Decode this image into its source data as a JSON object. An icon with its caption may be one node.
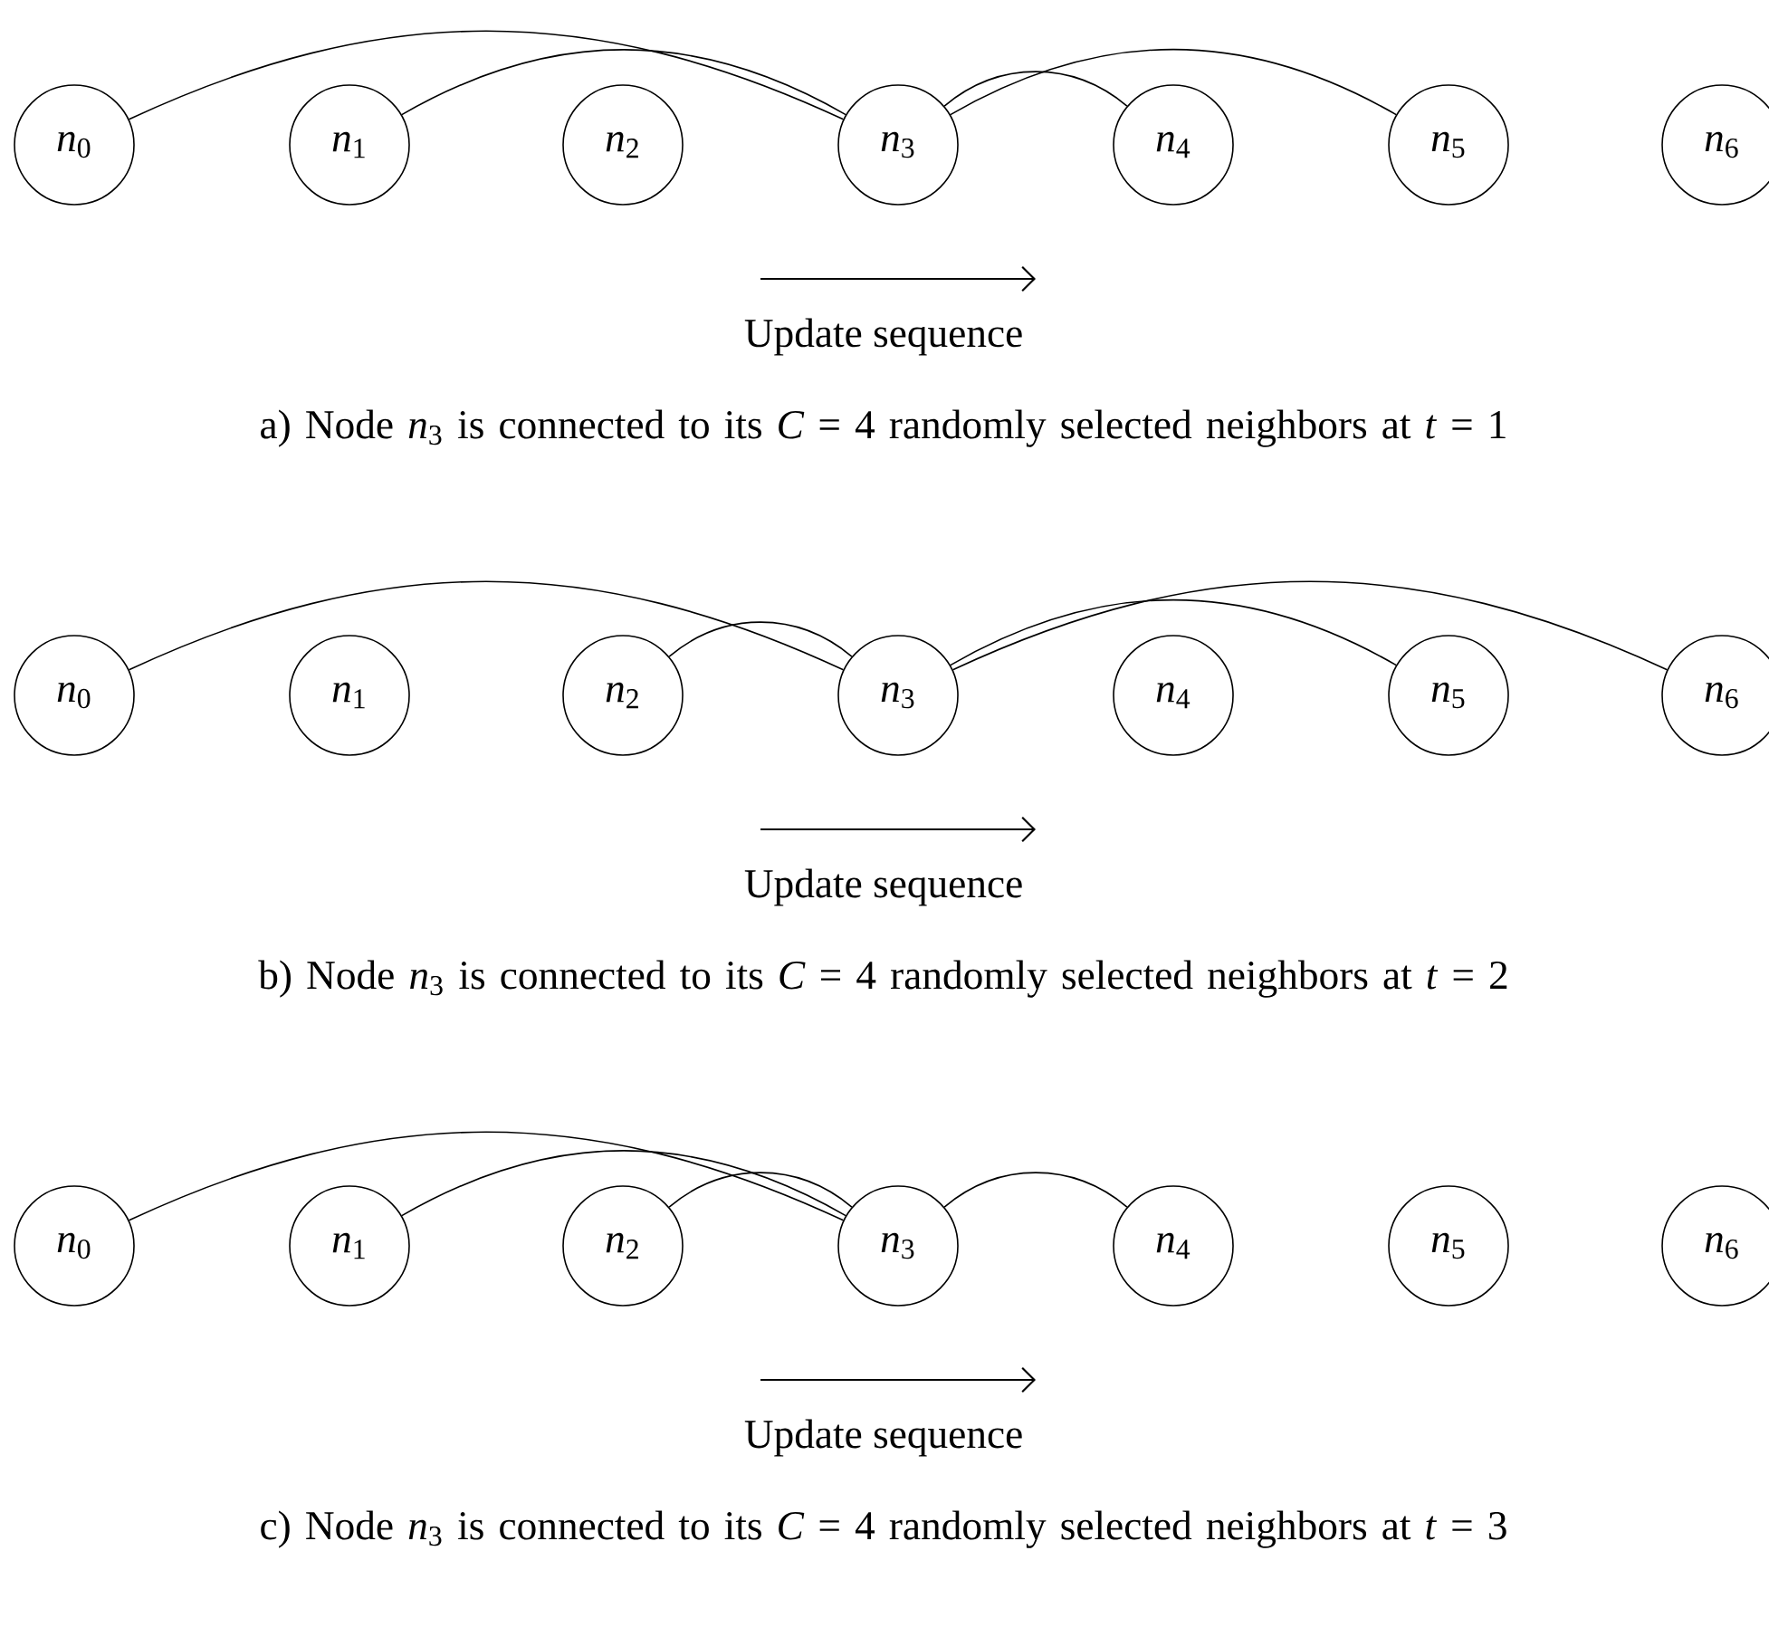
{
  "diagram": {
    "nodes": [
      {
        "text": [
          "*n*$_{0}$"
        ]
      },
      {
        "text": [
          "*n*$_{1}$"
        ]
      },
      {
        "text": [
          "*n*$_{2}$"
        ]
      },
      {
        "text": [
          "*n*$_{3}$"
        ]
      },
      {
        "text": [
          "*n*$_{4}$"
        ]
      },
      {
        "text": [
          "*n*$_{5}$"
        ]
      },
      {
        "text": [
          "*n*$_{6}$"
        ]
      },
      {
        "text": [
          "*n*$_{0}$"
        ]
      },
      {
        "text": [
          "*n*$_{1}$"
        ]
      },
      {
        "text": [
          "*n*$_{2}$"
        ]
      },
      {
        "text": [
          "*n*$_{3}$"
        ]
      },
      {
        "text": [
          "*n*$_{4}$"
        ]
      },
      {
        "text": [
          "*n*$_{5}$"
        ]
      },
      {
        "text": [
          "*n*$_{6}$"
        ]
      },
      {
        "text": [
          "*n*$_{0}$"
        ]
      },
      {
        "text": [
          "*n*$_{1}$"
        ]
      },
      {
        "text": [
          "*n*$_{2}$"
        ]
      },
      {
        "text": [
          "*n*$_{3}$"
        ]
      },
      {
        "text": [
          "*n*$_{4}$"
        ]
      },
      {
        "text": [
          "*n*$_{5}$"
        ]
      },
      {
        "text": [
          "*n*$_{6}$"
        ]
      }
    ],
    "edges": [
      {
        "from": 0,
        "to": 3,
        "arrow": "none"
      },
      {
        "from": 1,
        "to": 3,
        "arrow": "none"
      },
      {
        "from": 3,
        "to": 4,
        "arrow": "none"
      },
      {
        "from": 3,
        "to": 5,
        "arrow": "none"
      },
      {
        "from": 7,
        "to": 10,
        "arrow": "none"
      },
      {
        "from": 9,
        "to": 10,
        "arrow": "none"
      },
      {
        "from": 10,
        "to": 12,
        "arrow": "none"
      },
      {
        "from": 10,
        "to": 13,
        "arrow": "none"
      },
      {
        "from": 14,
        "to": 17,
        "arrow": "none"
      },
      {
        "from": 15,
        "to": 17,
        "arrow": "none"
      },
      {
        "from": 16,
        "to": 17,
        "arrow": "none"
      },
      {
        "from": 17,
        "to": 18,
        "arrow": "none"
      }
    ],
    "labels": [
      "Update sequence",
      "a) Node *n*$_{3}$ is connected to its *C* = 4 randomly selected neighbors at *t* = 1",
      "Update sequence",
      "b) Node *n*$_{3}$ is connected to its *C* = 4 randomly selected neighbors at *t* = 2",
      "Update sequence",
      "c) Node *n*$_{3}$ is connected to its *C* = 4 randomly selected neighbors at *t* = 3"
    ]
  }
}
